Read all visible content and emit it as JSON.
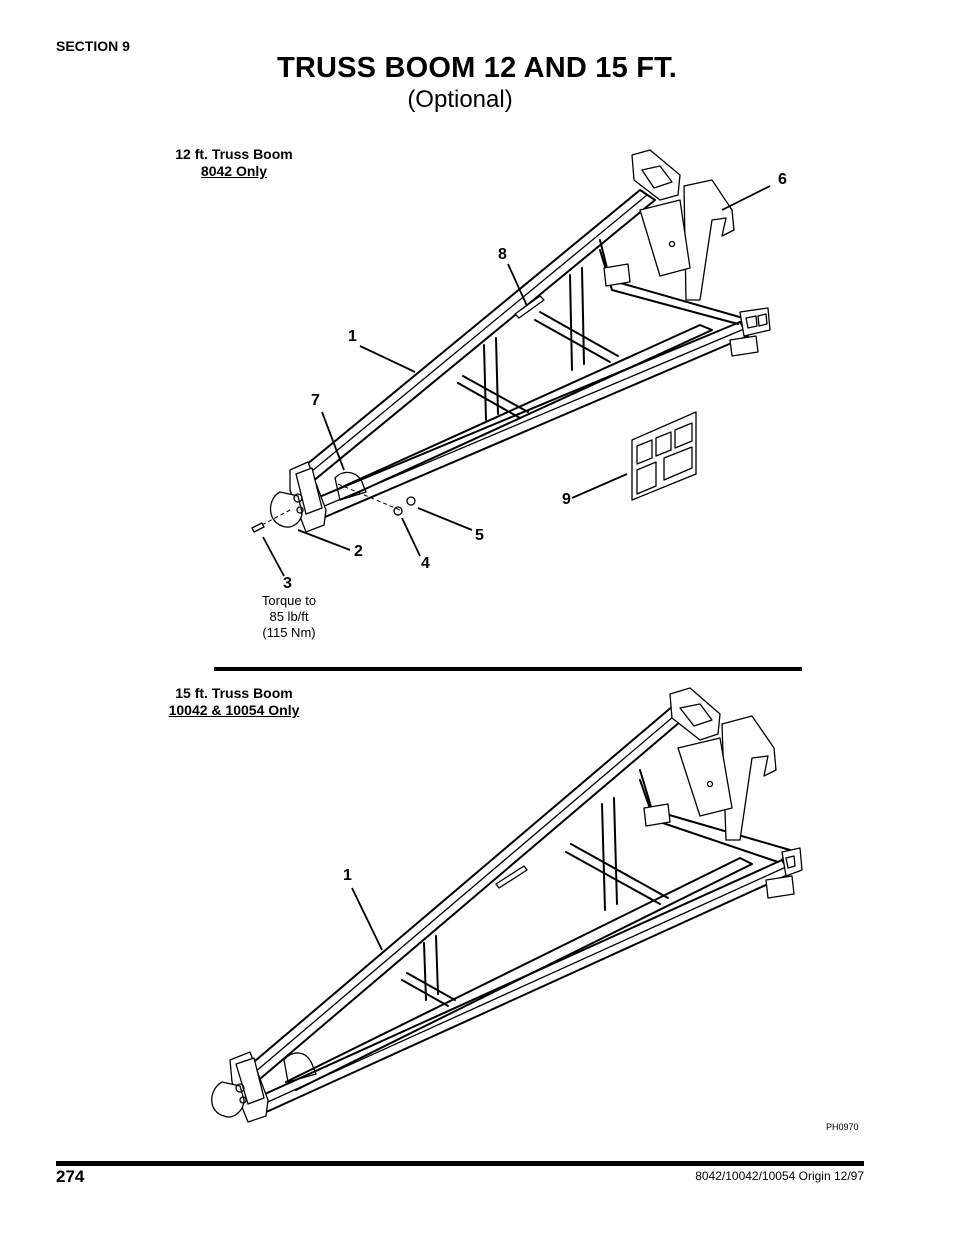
{
  "header": {
    "section": "SECTION 9",
    "title": "TRUSS BOOM 12 AND 15 FT.",
    "subtitle": "(Optional)"
  },
  "figure_top": {
    "caption_line1": "12 ft. Truss Boom",
    "caption_line2": "8042 Only",
    "callouts": [
      "1",
      "2",
      "3",
      "4",
      "5",
      "6",
      "7",
      "8",
      "9"
    ],
    "torque_note": [
      "Torque to",
      "85 lb/ft",
      "(115 Nm)"
    ]
  },
  "figure_bottom": {
    "caption_line1": "15 ft. Truss Boom",
    "caption_line2": "10042 & 10054 Only",
    "callouts": [
      "1"
    ]
  },
  "footer": {
    "page_number": "274",
    "origin": "8042/10042/10054 Origin 12/97",
    "figure_code": "PH0970"
  }
}
